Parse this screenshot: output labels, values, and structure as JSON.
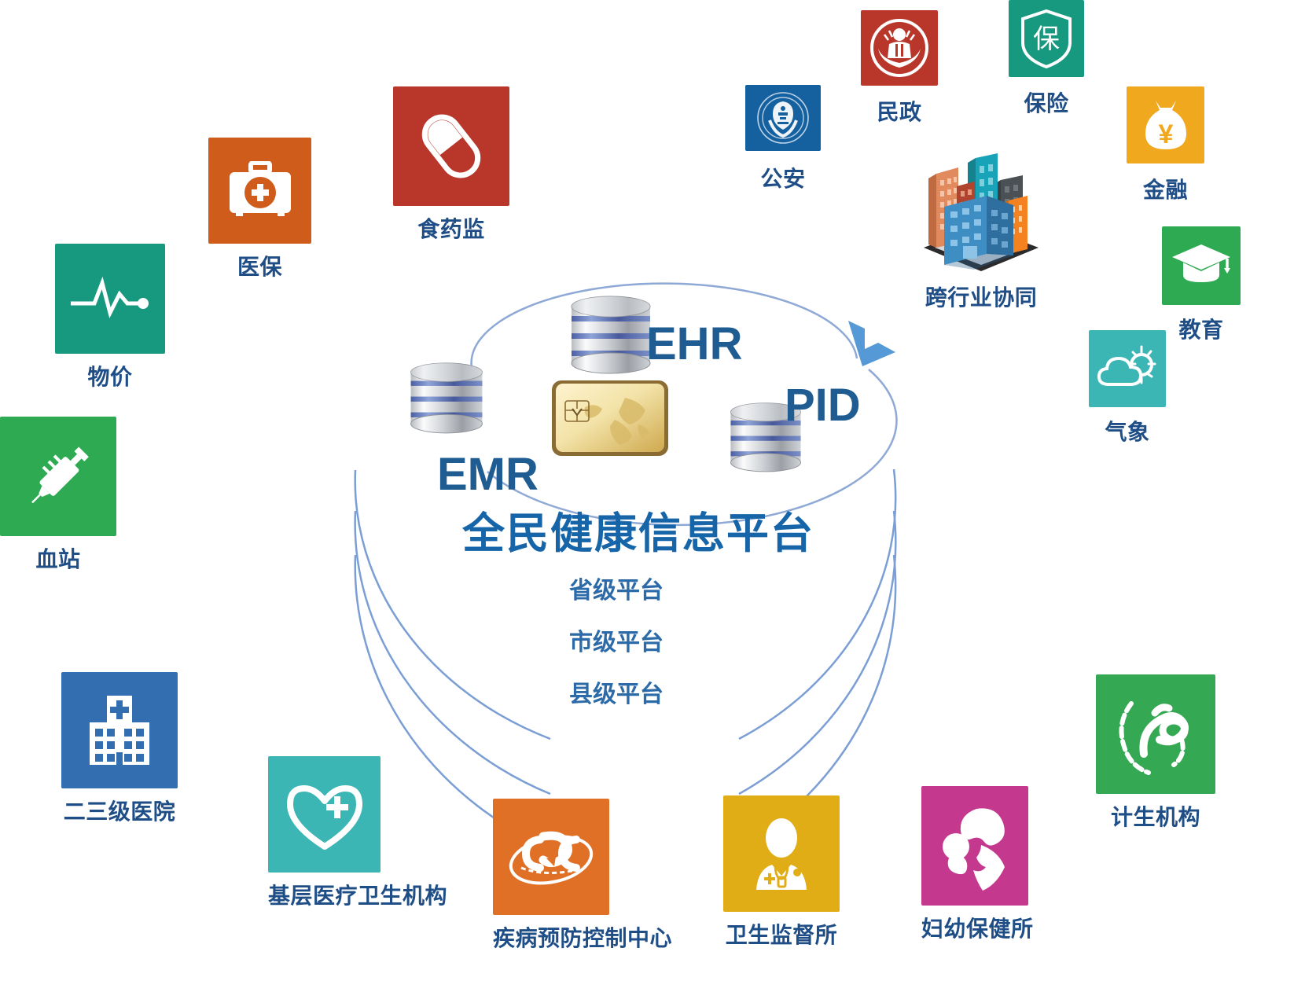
{
  "center": {
    "platform_title": "全民健康信息平台",
    "title_color": "#1565a8",
    "acronyms": [
      {
        "text": "EHR",
        "name": "ehr-label"
      },
      {
        "text": "PID",
        "name": "pid-label"
      },
      {
        "text": "EMR",
        "name": "emr-label"
      }
    ],
    "tiers": [
      {
        "label": "省级平台",
        "name": "tier-province"
      },
      {
        "label": "市级平台",
        "name": "tier-city"
      },
      {
        "label": "县级平台",
        "name": "tier-county"
      }
    ],
    "db_nodes": [
      "EHR",
      "EMR",
      "PID"
    ],
    "card_icon": "smart-card-icon",
    "arc_color": "#7b9ed4"
  },
  "nodes": [
    {
      "id": "wujia",
      "label": "物价",
      "icon": "ecg-line-icon",
      "color": "#17997f",
      "label_color": "#1f4e87"
    },
    {
      "id": "yibao",
      "label": "医保",
      "icon": "medical-kit-icon",
      "color": "#cf5c1b",
      "label_color": "#1f4e87"
    },
    {
      "id": "shiyaojian",
      "label": "食药监",
      "icon": "capsule-pill-icon",
      "color": "#b8372a",
      "label_color": "#1f4e87"
    },
    {
      "id": "xuezhan",
      "label": "血站",
      "icon": "syringe-icon",
      "color": "#2eab52",
      "label_color": "#1f4e87"
    },
    {
      "id": "gongan",
      "label": "公安",
      "icon": "police-badge-icon",
      "color": "#15619f",
      "label_color": "#1f4e87"
    },
    {
      "id": "minzheng",
      "label": "民政",
      "icon": "civil-affairs-icon",
      "color": "#b8372a",
      "label_color": "#1f4e87"
    },
    {
      "id": "baoxian",
      "label": "保险",
      "icon": "shield-bao-icon",
      "color": "#17997f",
      "label_color": "#1f4e87"
    },
    {
      "id": "jinrong",
      "label": "金融",
      "icon": "money-bag-yuan-icon",
      "color": "#f0a81e",
      "label_color": "#1f4e87"
    },
    {
      "id": "jiaoyu",
      "label": "教育",
      "icon": "graduation-cap-icon",
      "color": "#2eab52",
      "label_color": "#1f4e87"
    },
    {
      "id": "qixiang",
      "label": "气象",
      "icon": "sun-cloud-icon",
      "color": "#3cb5b5",
      "label_color": "#1f4e87"
    },
    {
      "id": "kuahangye",
      "label": "跨行业协同",
      "icon": "city-buildings-icon",
      "color": "transparent",
      "label_color": "#1f4e87"
    },
    {
      "id": "jishengjg",
      "label": "计生机构",
      "icon": "family-planning-icon",
      "color": "#35a853",
      "label_color": "#1f4e87"
    },
    {
      "id": "fuyou",
      "label": "妇幼保健所",
      "icon": "mother-child-icon",
      "color": "#c4388e",
      "label_color": "#1f4e87"
    },
    {
      "id": "weijiandu",
      "label": "卫生监督所",
      "icon": "doctor-person-icon",
      "color": "#e0ad16",
      "label_color": "#1f4e87"
    },
    {
      "id": "cdc",
      "label": "疾病预防控制中心",
      "icon": "cdc-logo-icon",
      "color": "#df7026",
      "label_color": "#1f4e87"
    },
    {
      "id": "jiceng",
      "label": "基层医疗卫生机构",
      "icon": "heart-plus-icon",
      "color": "#3cb5b5",
      "label_color": "#1f4e87"
    },
    {
      "id": "hospital",
      "label": "二三级医院",
      "icon": "hospital-building-icon",
      "color": "#336fb0",
      "label_color": "#1f4e87"
    }
  ],
  "arrow": {
    "name": "blue-check-arrow-icon",
    "color": "#559ad6"
  }
}
